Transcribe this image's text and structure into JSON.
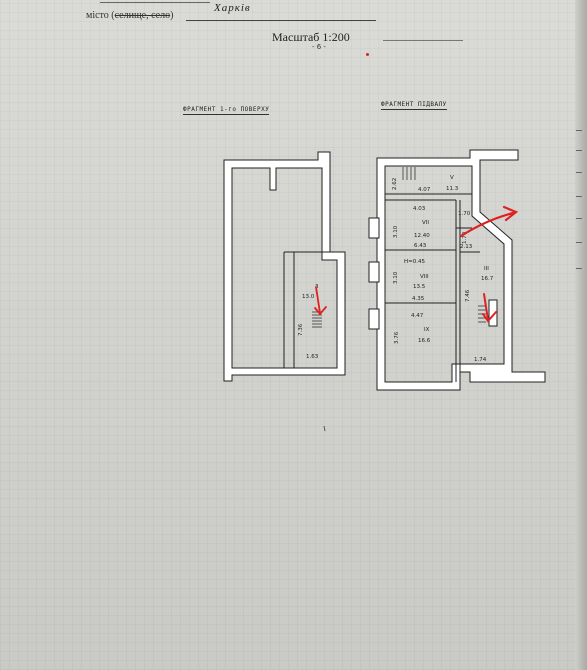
{
  "header": {
    "place_label_pre": "місто (",
    "place_label_strike": "селище, село",
    "place_label_post": ")",
    "city": "Харків",
    "scale": "Масштаб 1:200",
    "scale_mark": "- 6 -"
  },
  "fragments": {
    "first_floor_title": "ФРАГМЕНТ 1-го ПОВЕРХУ",
    "basement_title": "ФРАГМЕНТ ПІДВАЛУ"
  },
  "first_floor": {
    "room_number": "3",
    "room_area": "13.0",
    "dim_vertical": "7.36",
    "dim_bottom": "1.63"
  },
  "basement": {
    "room_v": {
      "number": "V",
      "area": "11.3",
      "dim_left": "2.62",
      "dim_bottom": "4.07"
    },
    "room_vii": {
      "number": "VII",
      "area": "6.43",
      "dim_top": "4.03",
      "dim_width": "12.40",
      "dim_left": "3.10",
      "dim_right": "1.70",
      "dim_side": "2.13"
    },
    "room_viii": {
      "number": "VIII",
      "area": "13.5",
      "dim_top": "H=0.45",
      "dim_width": "4.35",
      "dim_left": "3.10"
    },
    "room_ix": {
      "number": "IX",
      "area": "16.6",
      "dim_top": "4.47",
      "dim_left": "3.76"
    },
    "room_iii": {
      "number": "III",
      "area": "16.7",
      "dim_right": "7.46",
      "dim_bottom": "1.74"
    },
    "dim_door": "1.70"
  },
  "colors": {
    "wall_fill": "#ffffff",
    "wall_stroke": "#222222",
    "annotation_red": "#dd2222"
  },
  "icons": [
    "stair-icon",
    "red-arrow-icon"
  ]
}
